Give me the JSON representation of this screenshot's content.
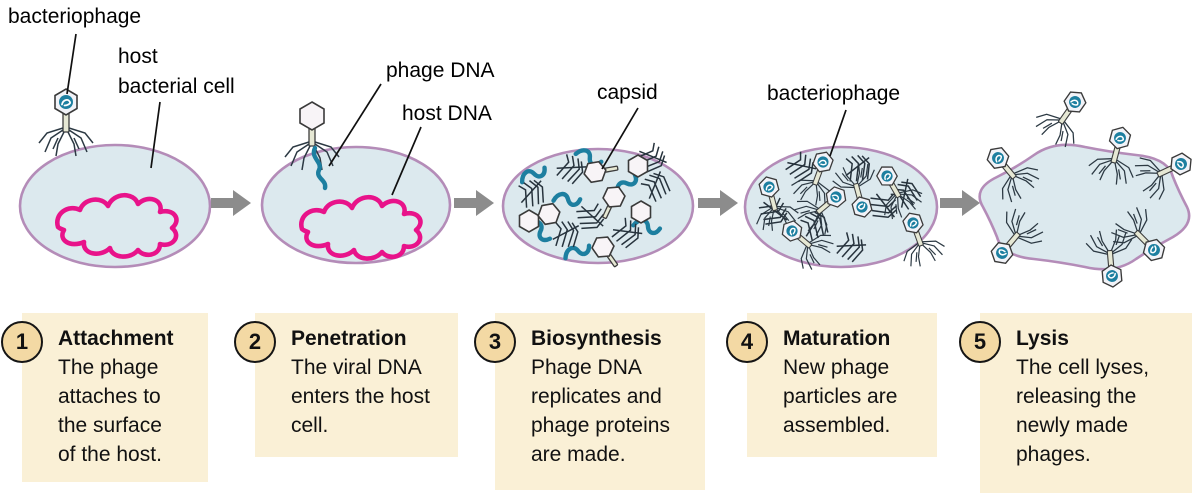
{
  "colors": {
    "cell_fill": "#dce9ee",
    "cell_stroke": "#b48cb8",
    "host_dna_pink": "#e8138a",
    "phage_dna_teal": "#1d7fa0",
    "arrow_gray": "#8c8c8c",
    "box_bg": "#faf0d6",
    "badge_bg": "#f3d9a4",
    "ink": "#111111"
  },
  "labels": {
    "bacteriophage_1": "bacteriophage",
    "host_bacterial_cell": "host\nbacterial cell",
    "phage_dna": "phage DNA",
    "host_dna": "host DNA",
    "capsid": "capsid",
    "bacteriophage_2": "bacteriophage"
  },
  "steps": [
    {
      "number": "1",
      "title": "Attachment",
      "description": "The phage attaches to the surface of the host."
    },
    {
      "number": "2",
      "title": "Penetration",
      "description": "The viral DNA enters the host cell."
    },
    {
      "number": "3",
      "title": "Biosynthesis",
      "description": "Phage DNA replicates and phage proteins are made."
    },
    {
      "number": "4",
      "title": "Maturation",
      "description": "New phage particles are assembled."
    },
    {
      "number": "5",
      "title": "Lysis",
      "description": "The cell lyses, releasing the newly made phages."
    }
  ]
}
